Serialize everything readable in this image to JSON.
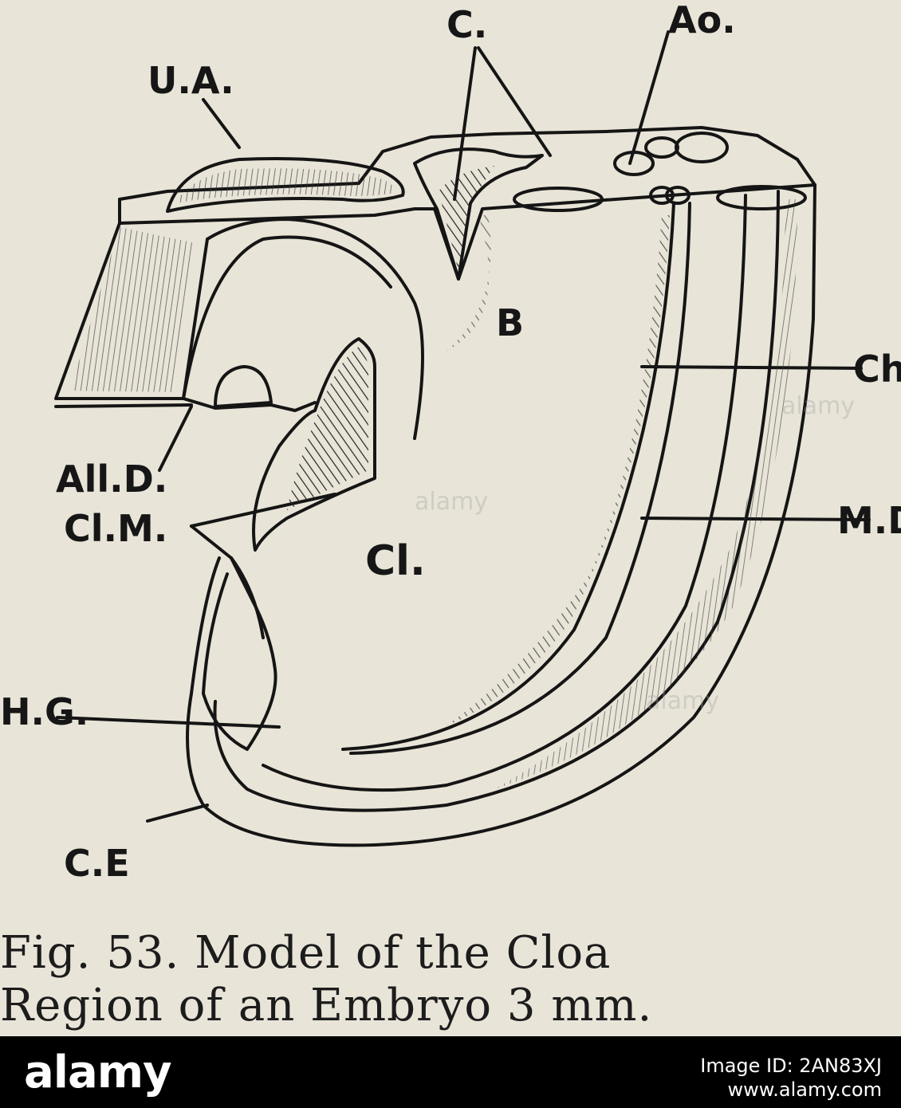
{
  "figure": {
    "labels": {
      "c": "C.",
      "ao": "Ao.",
      "ua": "U.A.",
      "b": "B",
      "ch": "Ch",
      "alld": "All.D.",
      "clm": "Cl.M.",
      "cl": "Cl.",
      "md": "M.D.",
      "hg": "H.G.",
      "ce": "C.E"
    },
    "caption": {
      "line1": "Fig. 53.  Model of the Cloa",
      "line2": "Region of an Embryo 3 mm."
    }
  },
  "watermark": "alamy",
  "footer": {
    "logo": "alamy",
    "image_id_label": "Image ID: 2AN83XJ",
    "site": "www.alamy.com"
  },
  "colors": {
    "paper": "#e8e4d8",
    "ink": "#161616",
    "footer": "#000000"
  }
}
